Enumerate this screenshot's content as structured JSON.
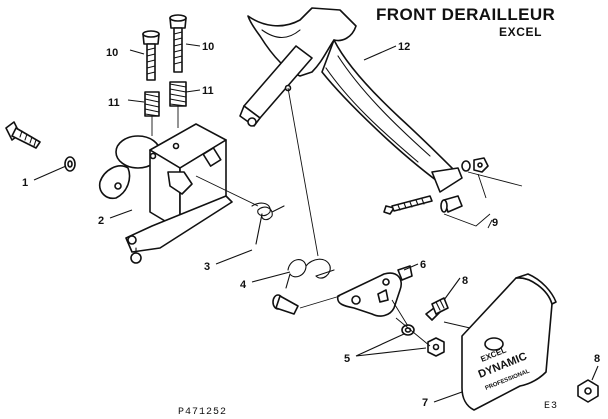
{
  "title": "FRONT DERAILLEUR",
  "subtitle": "EXCEL",
  "drawing_number": "P471252",
  "page_code": "E3",
  "nameplate": {
    "line1": "EXCEL",
    "line2": "DYNAMIC",
    "line3": "PROFESSIONAL"
  },
  "callouts": {
    "c1": "1",
    "c2": "2",
    "c3": "3",
    "c4": "4",
    "c5": "5",
    "c6": "6",
    "c7": "7",
    "c8a": "8",
    "c8b": "8",
    "c9": "9",
    "c10a": "10",
    "c10b": "10",
    "c11a": "11",
    "c11b": "11",
    "c12": "12"
  }
}
